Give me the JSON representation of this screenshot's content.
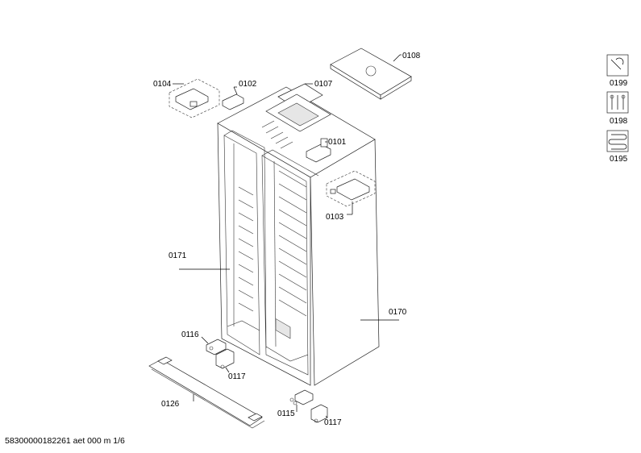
{
  "diagram": {
    "parts": [
      {
        "id": "part-0108",
        "label": "0108"
      },
      {
        "id": "part-0107",
        "label": "0107"
      },
      {
        "id": "part-0104",
        "label": "0104"
      },
      {
        "id": "part-0102",
        "label": "0102"
      },
      {
        "id": "part-0101",
        "label": "0101"
      },
      {
        "id": "part-0103",
        "label": "0103"
      },
      {
        "id": "part-0171",
        "label": "0171"
      },
      {
        "id": "part-0170",
        "label": "0170"
      },
      {
        "id": "part-0116",
        "label": "0116"
      },
      {
        "id": "part-0117-left",
        "label": "0117"
      },
      {
        "id": "part-0126",
        "label": "0126"
      },
      {
        "id": "part-0115",
        "label": "0115"
      },
      {
        "id": "part-0117-right",
        "label": "0117"
      }
    ],
    "legend": [
      {
        "id": "legend-0199",
        "icon": "wrench-icon",
        "label": "0199"
      },
      {
        "id": "legend-0198",
        "icon": "tools-icon",
        "label": "0198"
      },
      {
        "id": "legend-0195",
        "icon": "heating-coil-icon",
        "label": "0195"
      }
    ]
  },
  "footer": {
    "document_id": "58300000182261 aet 000 m 1/6"
  }
}
